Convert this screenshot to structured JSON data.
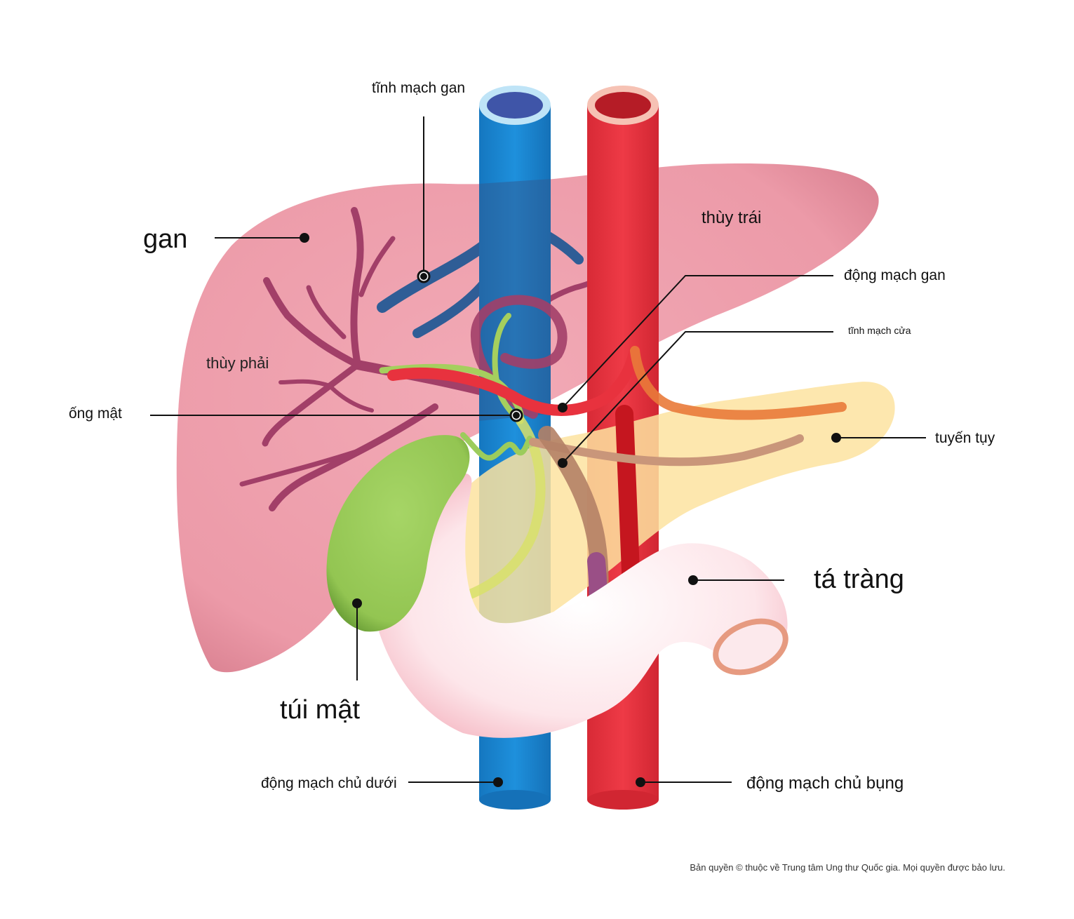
{
  "labels": {
    "liver": "gan",
    "right_lobe": "thùy phải",
    "left_lobe": "thùy trái",
    "hepatic_vein": "tĩnh mạch gan",
    "hepatic_artery": "động mạch gan",
    "portal_vein": "tĩnh mạch cửa",
    "bile_duct": "ống mật",
    "pancreas": "tuyến tụy",
    "duodenum": "tá tràng",
    "gallbladder": "túi mật",
    "inferior_vena_cava": "động mạch chủ dưới",
    "abdominal_aorta": "động mạch chủ bụng"
  },
  "copyright": "Bản quyền © thuộc về Trung tâm Ung thư Quốc gia. Mọi quyền được bảo lưu.",
  "colors": {
    "liver": "#f0a7b2",
    "vein": "#1a8ad4",
    "artery": "#e8323e",
    "gallbladder": "#9ccc5c",
    "pancreas": "#fde3a0",
    "duodenum": "#fbd9df",
    "liver_vessels": "#a23f68",
    "hepatic_vein_branch": "#2f5d96",
    "bile_duct": "#a5cf5e"
  }
}
